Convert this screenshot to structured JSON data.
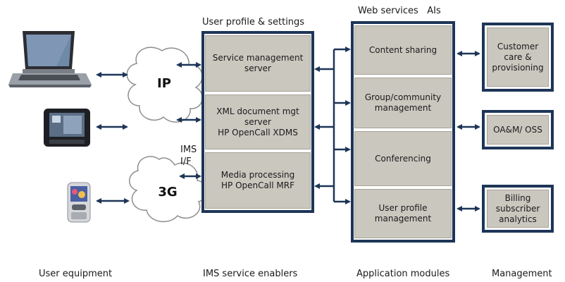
{
  "headers": {
    "ims_top": "User profile & settings",
    "app_top": "Web services   AIs",
    "ims_if": "IMS\nI/F"
  },
  "clouds": {
    "ip": "IP",
    "g3": "3G"
  },
  "ims_boxes": {
    "service_mgmt": "Service management\nserver",
    "xml_doc": "XML document  mgt\nserver\nHP OpenCall XDMS",
    "media": "Media processing\nHP OpenCall  MRF"
  },
  "app_boxes": {
    "content_sharing": "Content sharing",
    "group_community": "Group/community\nmanagement",
    "conferencing": "Conferencing",
    "user_profile": "User profile\nmanagement"
  },
  "mgmt_boxes": {
    "customer_care": "Customer\ncare &\nprovisioning",
    "oam_oss": "OA&M/ OSS",
    "billing": "Billing\nsubscriber\nanalytics"
  },
  "footer": {
    "user_equipment": "User equipment",
    "ims_service_enablers": "IMS service enablers",
    "application_modules": "Application modules",
    "management": "Management"
  }
}
